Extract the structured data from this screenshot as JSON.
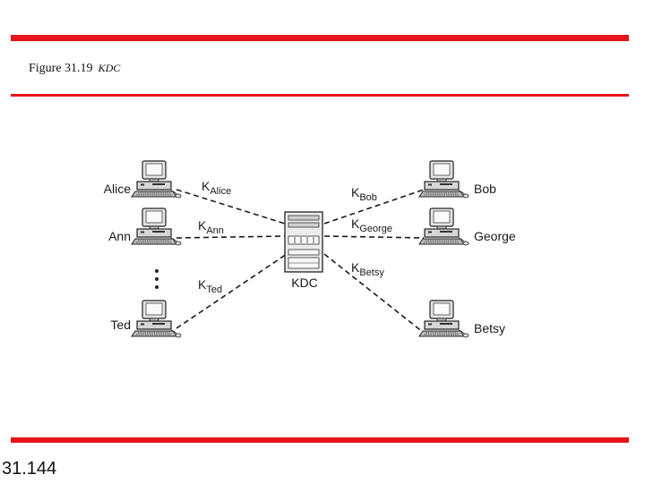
{
  "header": {
    "figure_label": "Figure 31.19",
    "figure_title": "KDC",
    "accent_color": "#e8141b"
  },
  "diagram": {
    "center": {
      "label": "KDC",
      "icon": "server-icon"
    },
    "left_hosts": [
      {
        "name": "Alice",
        "key_base": "K",
        "key_sub": "Alice",
        "icon": "computer-icon"
      },
      {
        "name": "Ann",
        "key_base": "K",
        "key_sub": "Ann",
        "icon": "computer-icon"
      },
      {
        "name": "Ted",
        "key_base": "K",
        "key_sub": "Ted",
        "icon": "computer-icon"
      }
    ],
    "right_hosts": [
      {
        "name": "Bob",
        "key_base": "K",
        "key_sub": "Bob",
        "icon": "computer-icon"
      },
      {
        "name": "George",
        "key_base": "K",
        "key_sub": "George",
        "icon": "computer-icon"
      },
      {
        "name": "Betsy",
        "key_base": "K",
        "key_sub": "Betsy",
        "icon": "computer-icon"
      }
    ],
    "ellipsis_icon": "vertical-ellipsis-icon"
  },
  "footer": {
    "page_number": "31.144"
  }
}
